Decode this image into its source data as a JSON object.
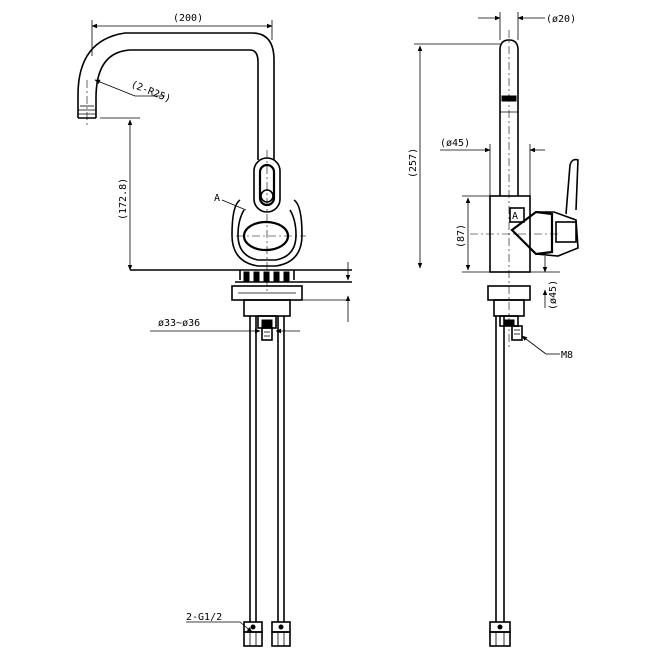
{
  "drawing": {
    "front_view": {
      "width_label": "(200)",
      "radius_label": "(2-R25)",
      "spout_height_label": "(172.8)",
      "handle_marker": "A",
      "hole_label": "ø33~ø36",
      "connection_label": "2-G1/2"
    },
    "side_view": {
      "spout_diameter_label": "(ø20)",
      "total_height_label": "(257)",
      "body_diameter_label": "(ø45)",
      "body_height_label": "(87)",
      "base_diameter_label": "(ø45)",
      "handle_marker": "A",
      "stud_label": "M8"
    }
  }
}
